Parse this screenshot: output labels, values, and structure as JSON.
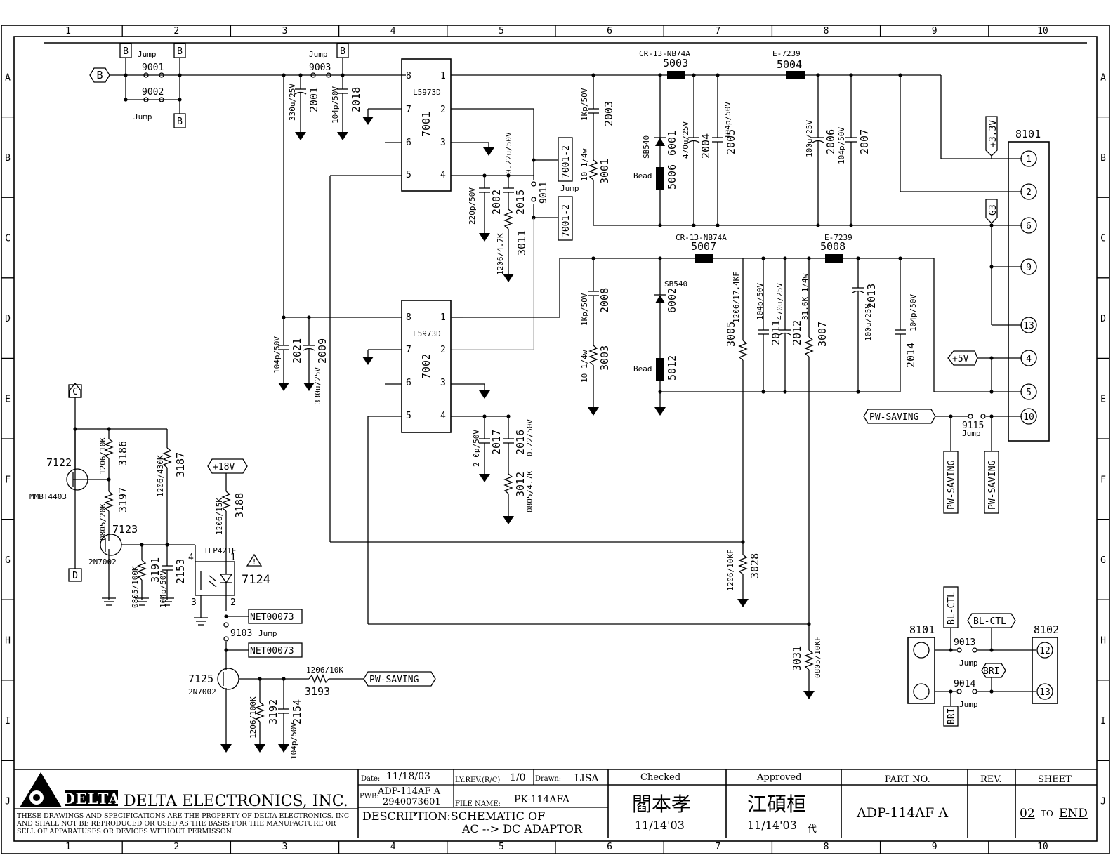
{
  "border": {
    "columns": [
      "1",
      "2",
      "3",
      "4",
      "5",
      "6",
      "7",
      "8",
      "9",
      "10"
    ],
    "rows": [
      "A",
      "B",
      "C",
      "D",
      "E",
      "F",
      "G",
      "H",
      "I",
      "J"
    ]
  },
  "regulators": [
    {
      "ref": "7001",
      "part": "L5973D",
      "pins": [
        "8",
        "1",
        "7",
        "2",
        "6",
        "3",
        "5",
        "4"
      ]
    },
    {
      "ref": "7002",
      "part": "L5973D",
      "pins": [
        "8",
        "1",
        "7",
        "2",
        "6",
        "3",
        "5",
        "4"
      ]
    }
  ],
  "jumpers": {
    "j9001": "9001",
    "j9002": "9002",
    "j9003": "9003",
    "j9011": "9011",
    "j9103": "9103",
    "j9115": "9115",
    "j9013": "9013",
    "j9014": "9014",
    "jump": "Jump"
  },
  "connectors": {
    "cn8101": "8101",
    "cn8102": "8102",
    "pins8101": [
      "1",
      "2",
      "6",
      "9",
      "13",
      "4",
      "5",
      "10"
    ],
    "pins8102": [
      "12",
      "13"
    ]
  },
  "offsheet": {
    "B": "B",
    "C": "C",
    "D": "D",
    "v33": "+3.3V",
    "g3": "G3",
    "v5": "+5V",
    "pwsaving": "PW-SAVING",
    "v18": "+18V",
    "blctl": "BL-CTL",
    "bri": "BRI",
    "ref7001_2": "7001-2",
    "net73": "NET00073"
  },
  "components": {
    "c2001": "2001",
    "c2001v": "330u/25V",
    "c2018": "2018",
    "c2018v": "104p/50V",
    "c2003": "2003",
    "c2003v": "1Kp/50V",
    "r3001": "3001",
    "r3001v": "10 1/4w",
    "c2002": "2002",
    "c2002v": "220p/50V",
    "c2015": "2015",
    "c2015v": "0.22u/50V",
    "r3011": "3011",
    "r3011v": "1206/4.7K",
    "l5003": "5003",
    "l5003v": "CR-13-NB74A",
    "l5004": "5004",
    "l5004v": "E-7239",
    "d6001": "6001",
    "d6001v": "SB540",
    "l5006": "5006",
    "bead": "Bead",
    "c2004": "2004",
    "c2004v": "470u/25V",
    "c2005": "2005",
    "c2005v": "104p/50V",
    "c2006": "2006",
    "c2006v": "100u/25V",
    "c2007": "2007",
    "c2007v": "104p/50V",
    "l5007": "5007",
    "l5007v": "CR-13-NB74A",
    "l5008": "5008",
    "l5008v": "E-7239",
    "c2008": "2008",
    "c2008v": "1Kp/50V",
    "r3003": "3003",
    "r3003v": "10 1/4w",
    "d6002": "6002",
    "d6002v": "SB540",
    "l5012": "5012",
    "r3005": "3005",
    "r3005v": "1206/17.4KF",
    "c2011": "2011",
    "c2011v": "104p/50V",
    "c2012": "2012",
    "c2012v": "470u/25V",
    "r3007": "3007",
    "r3007v": "31.6K 1/4w",
    "c2013": "2013",
    "c2013v": "100u/25V",
    "c2014": "2014",
    "c2014v": "104p/50V",
    "c2021": "2021",
    "c2021v": "104p/50V",
    "c2009": "2009",
    "c2009v": "330u/25V",
    "c2017": "2017",
    "c2017v": "2 0p/50V",
    "c2016": "2016",
    "c2016v": "0.22/50V",
    "r3012": "3012",
    "r3012v": "0805/4.7K",
    "r3028": "3028",
    "r3028v": "1206/10KF",
    "r3031": "3031",
    "r3031v": "0805/10KF",
    "q7122": "7122",
    "q7122v": "MMBT4403",
    "r3186": "3186",
    "r3186v": "1206/10K",
    "r3187": "3187",
    "r3187v": "1206/430K",
    "r3197": "3197",
    "r3197v": "0805/20K",
    "q7123": "7123",
    "q7123v": "2N7002",
    "r3191": "3191",
    "r3191v": "0805/100K",
    "c2153": "2153",
    "c2153v": "104p/50V",
    "r3188": "3188",
    "r3188v": "1206/15K",
    "u7124": "7124",
    "u7124v": "TLP421F",
    "u7124p": [
      "4",
      "1",
      "3",
      "2"
    ],
    "q7125": "7125",
    "q7125v": "2N7002",
    "r3193": "3193",
    "r3193v": "1206/10K",
    "r3192": "3192",
    "r3192v": "1206/100K",
    "c2154": "2154",
    "c2154v": "104p/50V"
  },
  "titleblock": {
    "company": "DELTA ELECTRONICS, INC.",
    "logo": "DELTA",
    "notice": [
      "THESE DRAWINGS AND SPECIFICATIONS ARE THE PROPERTY OF DELTA ELECTRONICS. INC",
      "AND SHALL NOT BE REPRODUCED OR USED AS THE BASIS FOR THE MANUFACTURE OR",
      "SELL OF APPARATUSES OR DEVICES WITHOUT PERMISSON."
    ],
    "date_label": "Date:",
    "date": "11/18/03",
    "lyrev_label": "LY.REV.(R/C)",
    "lyrev": "1/0",
    "drawn_label": "Drawn:",
    "drawn": "LISA",
    "pwb_label": "PWB:",
    "pwb": "ADP-114AF A",
    "pwb_no": "2940073601",
    "file_label": "FILE NAME:",
    "file": "PK-114AFA",
    "desc1": "DESCRIPTION:SCHEMATIC OF",
    "desc2": "AC --> DC  ADAPTOR",
    "checked_label": "Checked",
    "checked_sig": "閻本孝",
    "checked_date": "11/14'03",
    "approved_label": "Approved",
    "approved_sig": "江碩桓",
    "approved_date": "11/14'03",
    "approved_suffix": "代",
    "partno_label": "PART NO.",
    "partno": "ADP-114AF A",
    "rev_label": "REV.",
    "sheet_label": "SHEET",
    "sheet_from": "02",
    "sheet_to_word": "TO",
    "sheet_to": "END"
  }
}
